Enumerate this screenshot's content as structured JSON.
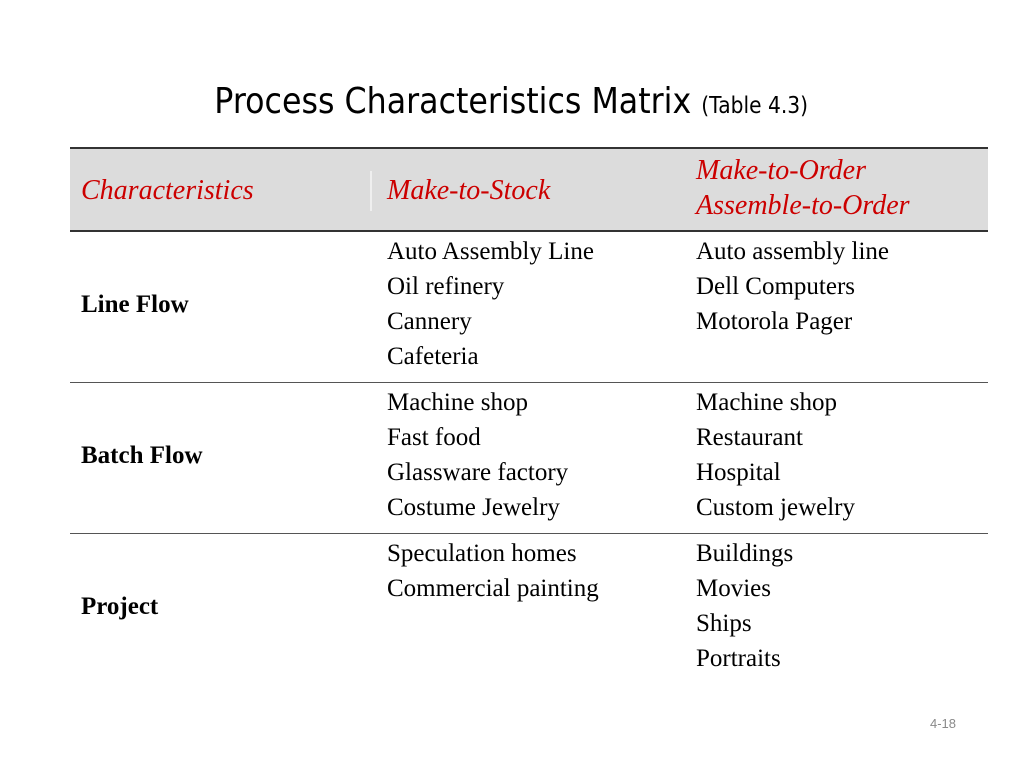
{
  "title": {
    "main": "Process Characteristics Matrix",
    "sub": "(Table 4.3)"
  },
  "table": {
    "headers": {
      "characteristics": "Characteristics",
      "make_to_stock": "Make-to-Stock",
      "make_to_order_line1": "Make-to-Order",
      "make_to_order_line2": "Assemble-to-Order"
    },
    "rows": [
      {
        "label": "Line Flow",
        "make_to_stock": [
          "Auto Assembly Line",
          "Oil refinery",
          "Cannery",
          "Cafeteria"
        ],
        "make_to_order": [
          "Auto assembly line",
          "Dell Computers",
          "Motorola Pager"
        ]
      },
      {
        "label": "Batch Flow",
        "make_to_stock": [
          "Machine shop",
          "Fast food",
          "Glassware factory",
          "Costume Jewelry"
        ],
        "make_to_order": [
          "Machine shop",
          "Restaurant",
          "Hospital",
          "Custom jewelry"
        ]
      },
      {
        "label": "Project",
        "make_to_stock": [
          "Speculation homes",
          "Commercial painting"
        ],
        "make_to_order": [
          "Buildings",
          "Movies",
          "Ships",
          "Portraits"
        ]
      }
    ]
  },
  "page_number": "4-18",
  "colors": {
    "header_text": "#cc0000",
    "header_background": "#dcdcdc",
    "rule": "#333333"
  }
}
